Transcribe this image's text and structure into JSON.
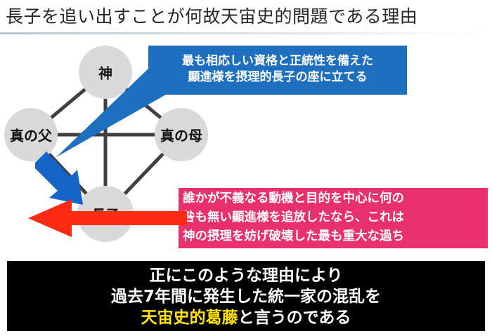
{
  "title": "長子を追い出すことが何故天宙史的問題である理由",
  "nodes": {
    "god": "神",
    "father": "真の父",
    "mother": "真の母",
    "son": "長子"
  },
  "callout_blue": [
    "最も相応しい資格と正統性を備えた",
    "顯進様を摂理的長子の座に立てる"
  ],
  "callout_pink": [
    "誰かが不義なる動機と目的を中心に何の",
    "咎も無い顯進様を追放したなら、これは",
    "神の摂理を妨げ破壊した最も重大な過ち"
  ],
  "banner": {
    "line1": "正にこのような理由により",
    "line2": "過去7年間に発生した統一家の混乱を",
    "line3_highlight": "天宙史的葛藤",
    "line3_rest": "と言うのである"
  },
  "colors": {
    "node_fill": "#d9d9d9",
    "edge": "#404040",
    "blue": "#1f6fbf",
    "pink": "#e8306a",
    "red_arrow": "#ff2a14",
    "highlight": "#ffe400"
  }
}
